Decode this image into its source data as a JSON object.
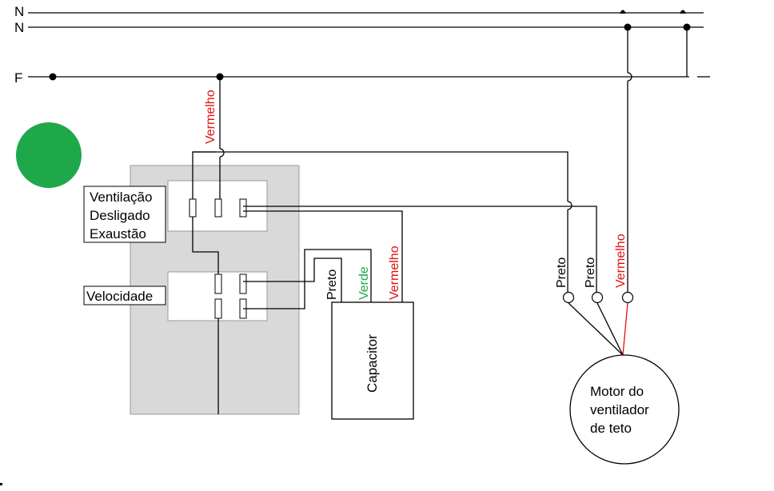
{
  "lines": {
    "neutral_1": "N",
    "neutral_2": "N",
    "phase": "F"
  },
  "switch": {
    "mode_options": [
      "Ventilação",
      "Desligado",
      "Exaustão"
    ],
    "speed_label": "Velocidade"
  },
  "capacitor": {
    "label": "Capacitor",
    "wires": [
      "Preto",
      "Verde",
      "Vermelho"
    ]
  },
  "wire_labels": {
    "phase_drop": "Vermelho"
  },
  "motor": {
    "label_lines": [
      "Motor do",
      "ventilador",
      "de teto"
    ],
    "wires": [
      "Preto",
      "Preto",
      "Vermelho"
    ]
  },
  "colors": {
    "wire_red": "#e01010",
    "wire_green": "#1fa84a",
    "indicator_green": "#1fa84a",
    "switch_panel": "#d9d9d9"
  }
}
